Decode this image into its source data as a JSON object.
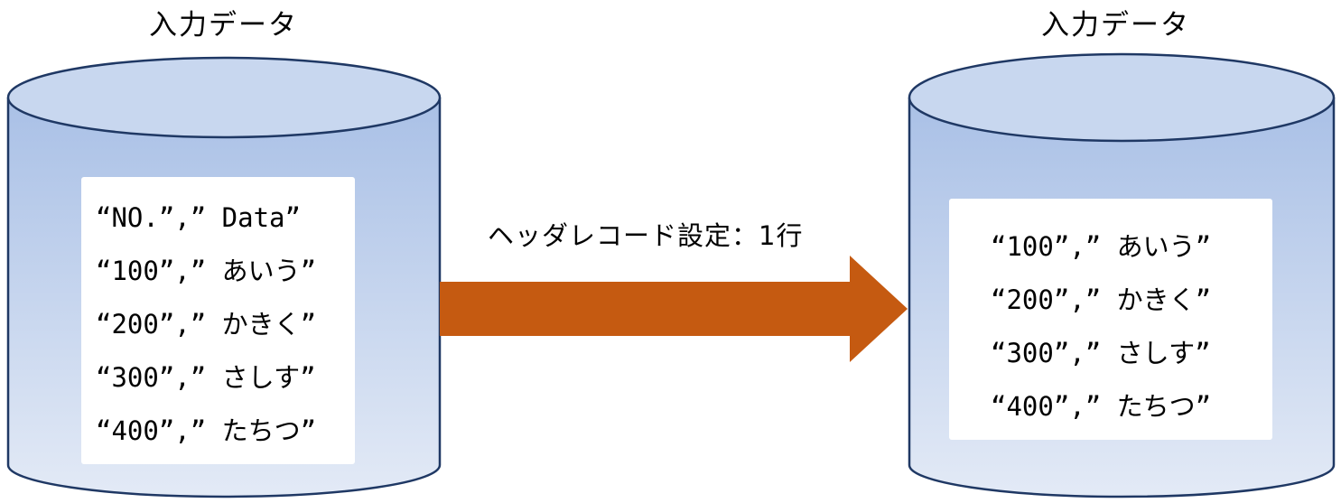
{
  "source_db": {
    "title": "入力データ",
    "records": [
      "“NO.”,” Data”",
      "“100”,” あいう”",
      "“200”,” かきく”",
      "“300”,” さしす”",
      "“400”,” たちつ”"
    ]
  },
  "transform": {
    "label": "ヘッダレコード設定：1行",
    "arrow_color": "#C55A11"
  },
  "target_db": {
    "title": "入力データ",
    "records": [
      "“100”,” あいう”",
      "“200”,” かきく”",
      "“300”,” さしす”",
      "“400”,” たちつ”"
    ]
  },
  "colors": {
    "cylinder_top": "#C8D7EF",
    "cylinder_body_top": "#A9C0E6",
    "cylinder_body_bottom": "#E3EAF6",
    "cylinder_stroke": "#1F3864"
  }
}
